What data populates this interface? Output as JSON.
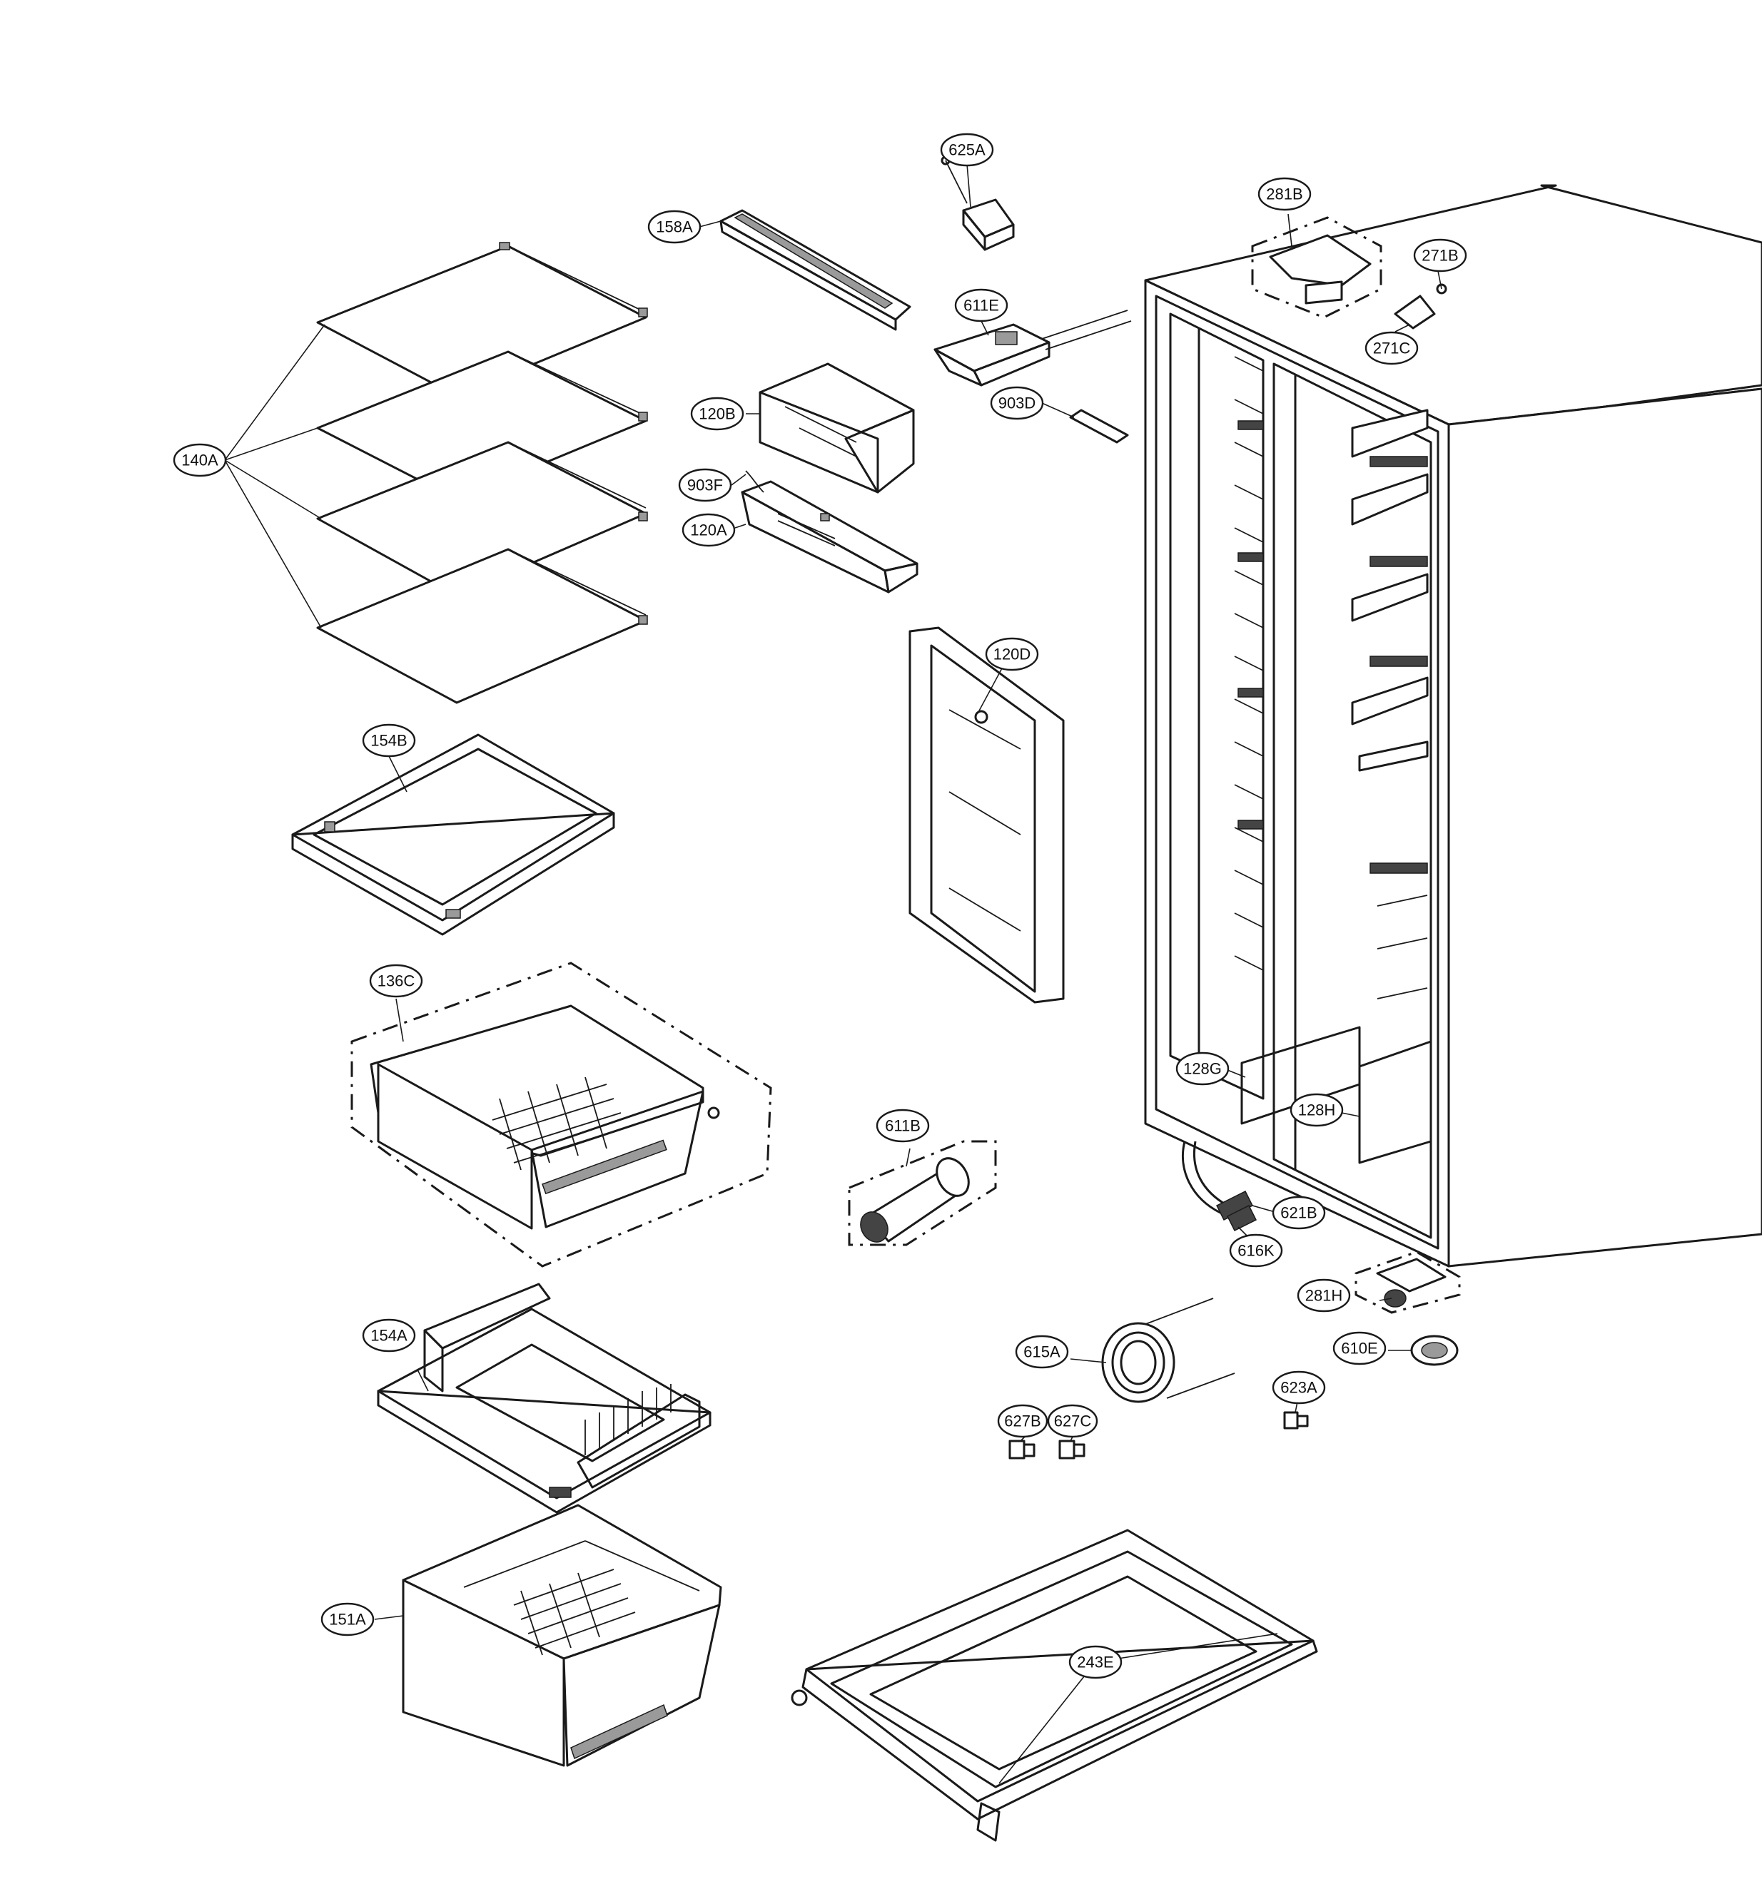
{
  "callouts": {
    "c625A": "625A",
    "c158A": "158A",
    "c281B": "281B",
    "c271B": "271B",
    "c271C": "271C",
    "c611E": "611E",
    "c903D": "903D",
    "c120B": "120B",
    "c140A": "140A",
    "c903F": "903F",
    "c120A": "120A",
    "c120D": "120D",
    "c154B": "154B",
    "c136C": "136C",
    "c128G": "128G",
    "c128H": "128H",
    "c611B": "611B",
    "c621B": "621B",
    "c616K": "616K",
    "c281H": "281H",
    "c154A": "154A",
    "c615A": "615A",
    "c610E": "610E",
    "c623A": "623A",
    "c627B": "627B",
    "c627C": "627C",
    "c151A": "151A",
    "c243E": "243E"
  }
}
